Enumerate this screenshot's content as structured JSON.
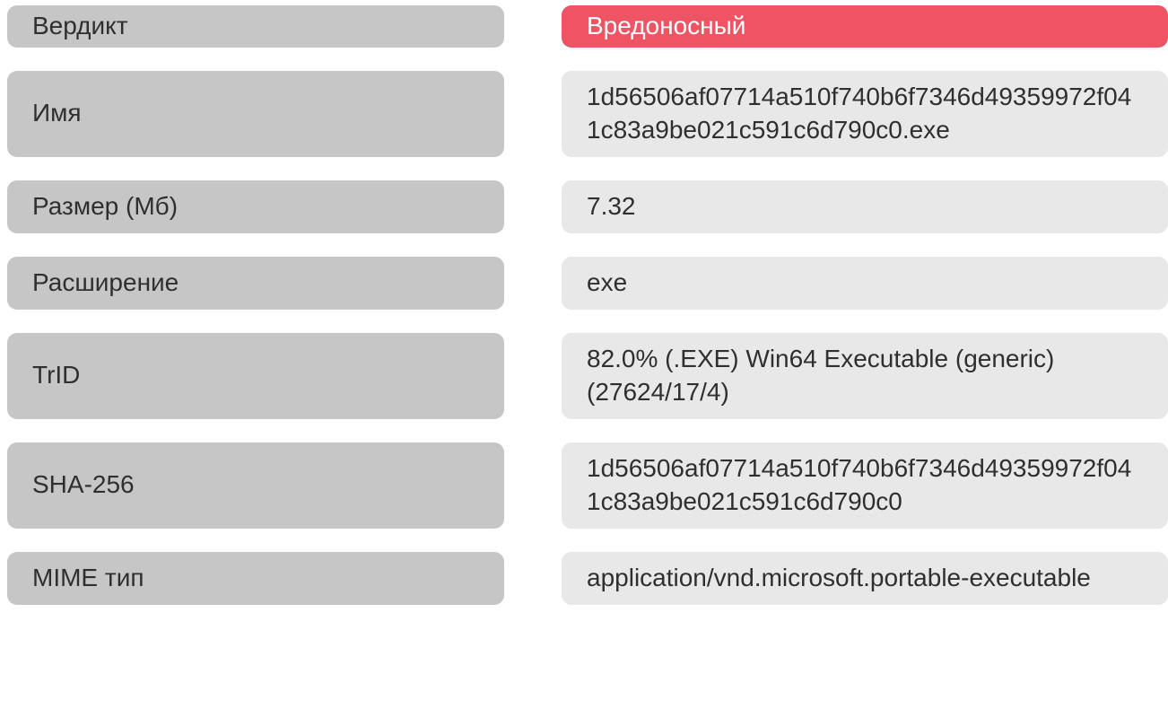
{
  "colors": {
    "page_bg": "#ffffff",
    "label_bg": "#c6c6c6",
    "value_bg": "#e8e8e8",
    "malicious_bg": "#ef5464",
    "malicious_text": "#ffffff",
    "text": "#2f2f2f"
  },
  "rows": [
    {
      "label": "Вердикт",
      "value": "Вредоносный"
    },
    {
      "label": "Имя",
      "value": "1d56506af07714a510f740b6f7346d49359972f041c83a9be021c591c6d790c0.exe"
    },
    {
      "label": "Размер (Мб)",
      "value": "7.32"
    },
    {
      "label": "Расширение",
      "value": "exe"
    },
    {
      "label": "TrID",
      "value": "82.0% (.EXE) Win64 Executable (generic) (27624/17/4)"
    },
    {
      "label": "SHA-256",
      "value": "1d56506af07714a510f740b6f7346d49359972f041c83a9be021c591c6d790c0"
    },
    {
      "label": "MIME тип",
      "value": "application/vnd.microsoft.portable-executable"
    }
  ]
}
